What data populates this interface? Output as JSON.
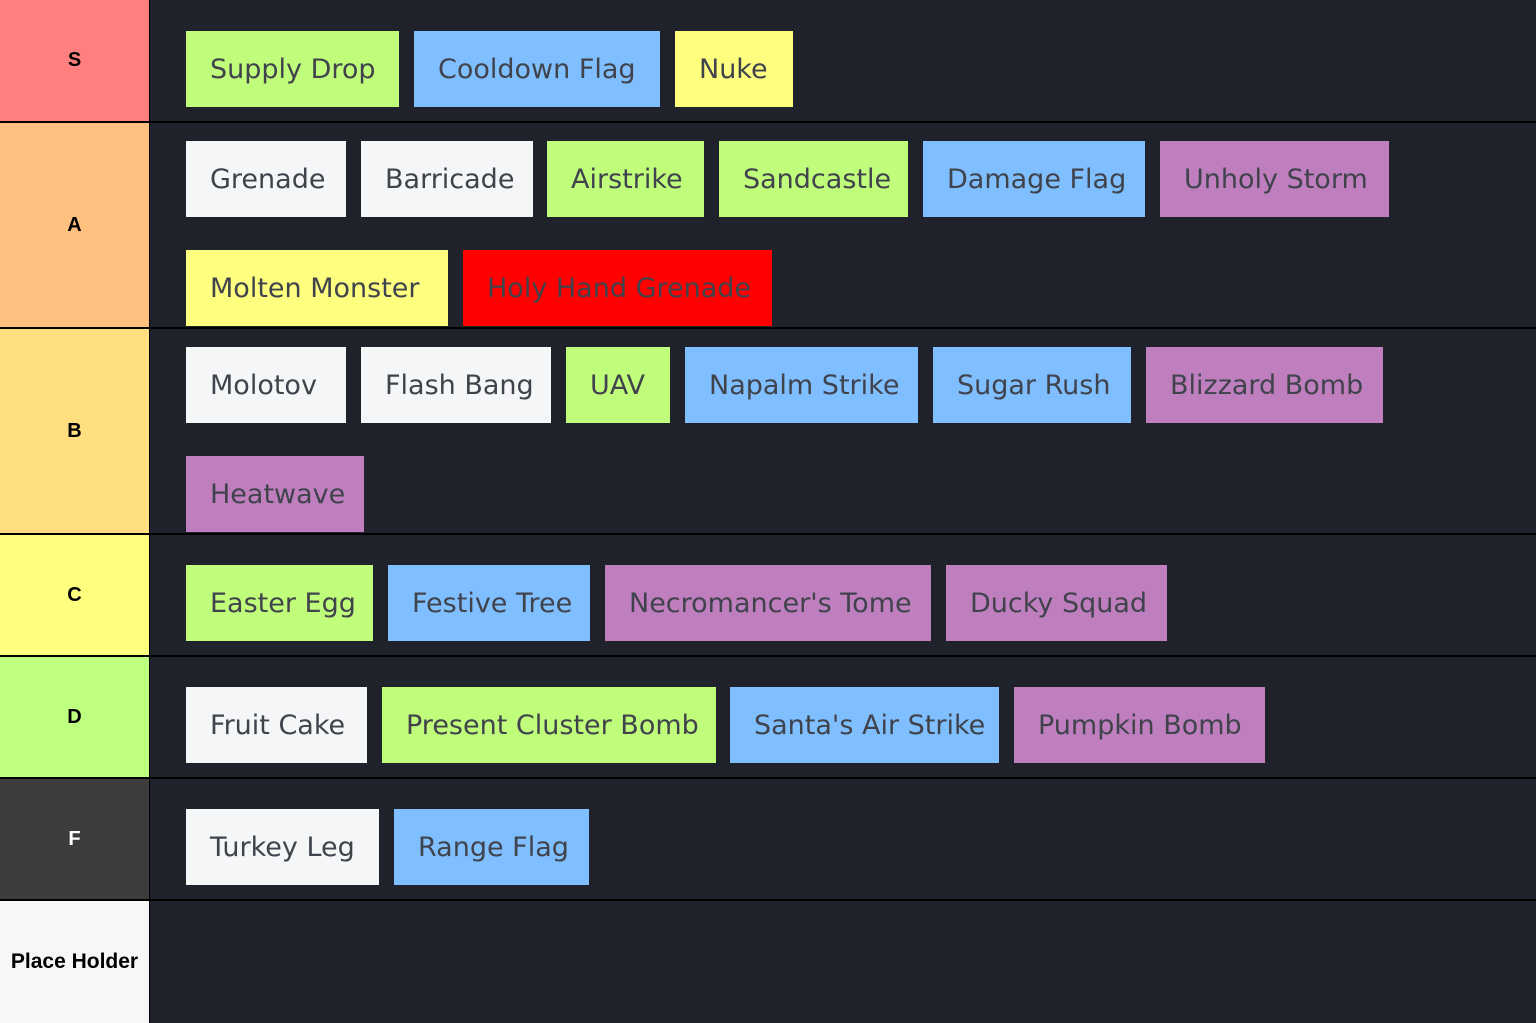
{
  "colors": {
    "page_background": "#000000",
    "row_background": "#1f222b",
    "item_text": "#40434c",
    "item_white": "#f5f6f7",
    "item_green": "#c0fd7b",
    "item_blue": "#7fbfff",
    "item_yellow": "#feff7f",
    "item_purple": "#bf7fbf",
    "item_red": "#ff0000"
  },
  "tiers": [
    {
      "label": "S",
      "color": "#ff7f7f",
      "label_color": "#000000",
      "items": [
        {
          "label": "Supply Drop",
          "color": "#c0fd7b"
        },
        {
          "label": "Cooldown Flag",
          "color": "#7fbfff"
        },
        {
          "label": "Nuke",
          "color": "#feff7f"
        }
      ]
    },
    {
      "label": "A",
      "color": "#ffbf7f",
      "label_color": "#000000",
      "items": [
        {
          "label": "Grenade",
          "color": "#f5f6f7"
        },
        {
          "label": "Barricade",
          "color": "#f5f6f7"
        },
        {
          "label": "Airstrike",
          "color": "#c0fd7b"
        },
        {
          "label": "Sandcastle",
          "color": "#c0fd7b"
        },
        {
          "label": "Damage Flag",
          "color": "#7fbfff"
        },
        {
          "label": "Unholy Storm",
          "color": "#bf7fbf"
        },
        {
          "label": "Molten Monster",
          "color": "#feff7f"
        },
        {
          "label": "Holy Hand Grenade",
          "color": "#ff0000"
        }
      ]
    },
    {
      "label": "B",
      "color": "#ffdf7f",
      "label_color": "#000000",
      "items": [
        {
          "label": "Molotov",
          "color": "#f5f6f7"
        },
        {
          "label": "Flash Bang",
          "color": "#f5f6f7"
        },
        {
          "label": "UAV",
          "color": "#c0fd7b"
        },
        {
          "label": "Napalm Strike",
          "color": "#7fbfff"
        },
        {
          "label": "Sugar Rush",
          "color": "#7fbfff"
        },
        {
          "label": "Blizzard Bomb",
          "color": "#bf7fbf"
        },
        {
          "label": "Heatwave",
          "color": "#bf7fbf"
        }
      ]
    },
    {
      "label": "C",
      "color": "#ffff7f",
      "label_color": "#000000",
      "items": [
        {
          "label": "Easter Egg",
          "color": "#c0fd7b"
        },
        {
          "label": "Festive Tree",
          "color": "#7fbfff"
        },
        {
          "label": "Necromancer's Tome",
          "color": "#bf7fbf"
        },
        {
          "label": "Ducky Squad",
          "color": "#bf7fbf"
        }
      ]
    },
    {
      "label": "D",
      "color": "#bfff7f",
      "label_color": "#000000",
      "items": [
        {
          "label": "Fruit Cake",
          "color": "#f5f6f7"
        },
        {
          "label": "Present Cluster Bomb",
          "color": "#c0fd7b"
        },
        {
          "label": "Santa's Air Strike",
          "color": "#7fbfff"
        },
        {
          "label": "Pumpkin Bomb",
          "color": "#bf7fbf"
        }
      ]
    },
    {
      "label": "F",
      "color": "#3c3c3c",
      "label_color": "#ffffff",
      "items": [
        {
          "label": "Turkey Leg",
          "color": "#f5f6f7"
        },
        {
          "label": "Range Flag",
          "color": "#7fbfff"
        }
      ]
    },
    {
      "label": "Place Holder",
      "color": "#f7f7f7",
      "label_color": "#000000",
      "items": []
    }
  ]
}
